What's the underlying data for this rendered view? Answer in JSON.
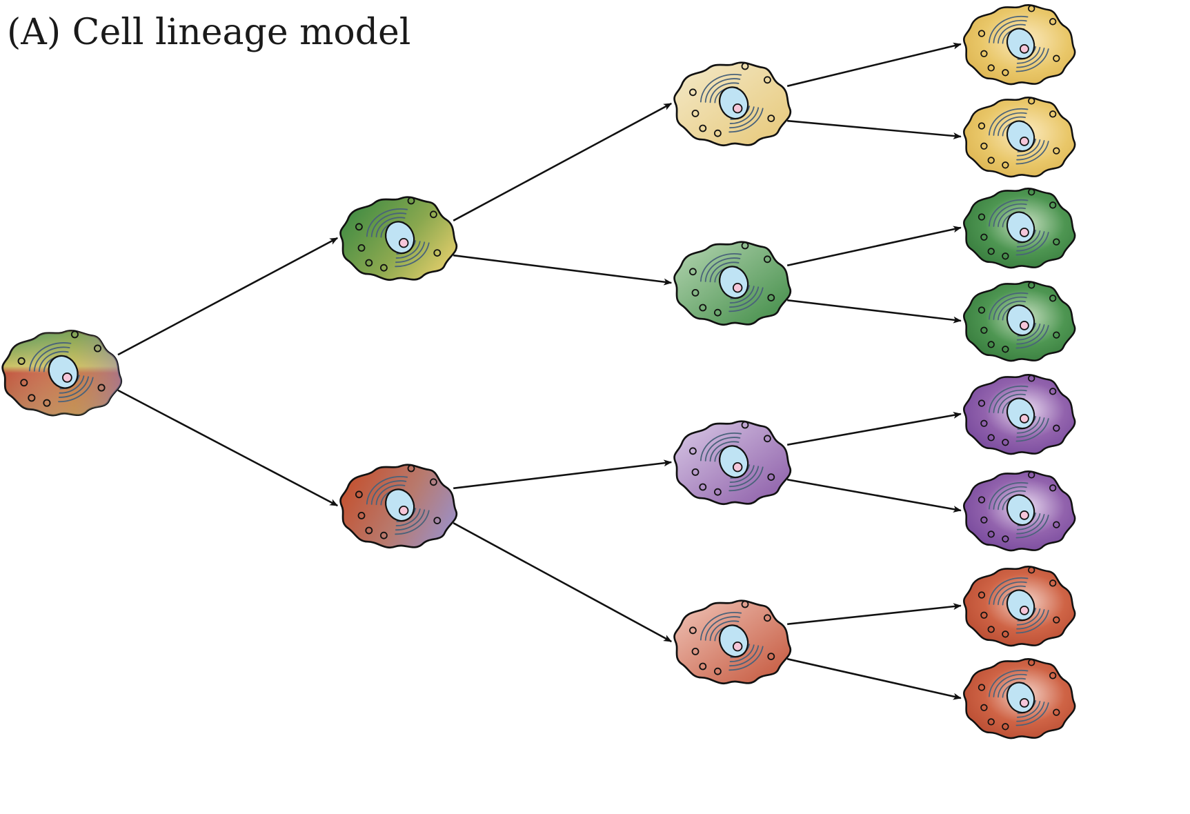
{
  "figure": {
    "title": "(A)  Cell lineage model"
  },
  "palette": {
    "green": "#3f8a45",
    "yellow": "#e2c565",
    "red": "#c65a3d",
    "purple": "#8e5ca8",
    "lavender": "#b095c8",
    "sage": "#9cc39c",
    "cream": "#efe0b8",
    "blush": "#e2a697",
    "nucleus": "#bfe3f4",
    "nucleolus": "#f6c6d9",
    "outline": "#111111",
    "er": "#49627a"
  },
  "lineage": {
    "generations": 4,
    "cells": [
      {
        "id": "root",
        "generation": 0,
        "parent": null,
        "fate": "mixed green-yellow / red-purple"
      },
      {
        "id": "g1a",
        "generation": 1,
        "parent": "root",
        "fate": "green-yellow"
      },
      {
        "id": "g1b",
        "generation": 1,
        "parent": "root",
        "fate": "red-purple"
      },
      {
        "id": "g2a",
        "generation": 2,
        "parent": "g1a",
        "fate": "yellow"
      },
      {
        "id": "g2b",
        "generation": 2,
        "parent": "g1a",
        "fate": "green"
      },
      {
        "id": "g2c",
        "generation": 2,
        "parent": "g1b",
        "fate": "purple"
      },
      {
        "id": "g2d",
        "generation": 2,
        "parent": "g1b",
        "fate": "red"
      },
      {
        "id": "g3a",
        "generation": 3,
        "parent": "g2a",
        "fate": "yellow"
      },
      {
        "id": "g3b",
        "generation": 3,
        "parent": "g2a",
        "fate": "yellow"
      },
      {
        "id": "g3c",
        "generation": 3,
        "parent": "g2b",
        "fate": "green"
      },
      {
        "id": "g3d",
        "generation": 3,
        "parent": "g2b",
        "fate": "green"
      },
      {
        "id": "g3e",
        "generation": 3,
        "parent": "g2c",
        "fate": "purple"
      },
      {
        "id": "g3f",
        "generation": 3,
        "parent": "g2c",
        "fate": "purple"
      },
      {
        "id": "g3g",
        "generation": 3,
        "parent": "g2d",
        "fate": "red"
      },
      {
        "id": "g3h",
        "generation": 3,
        "parent": "g2d",
        "fate": "red"
      }
    ]
  }
}
